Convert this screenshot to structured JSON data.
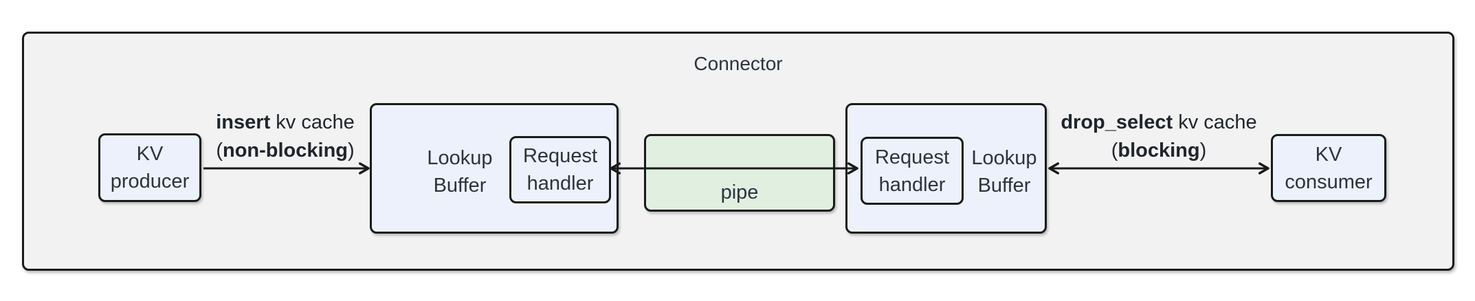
{
  "diagram": {
    "title": "Connector"
  },
  "nodes": {
    "kv_producer": {
      "label": "KV\nproducer"
    },
    "lookup_buffer_left": {
      "label": "Lookup\nBuffer"
    },
    "request_handler_left": {
      "label": "Request\nhandler"
    },
    "pipe": {
      "label": "pipe"
    },
    "request_handler_right": {
      "label": "Request\nhandler"
    },
    "lookup_buffer_right": {
      "label": "Lookup\nBuffer"
    },
    "kv_consumer": {
      "label": "KV\nconsumer"
    }
  },
  "edges": {
    "insert": {
      "verb": "insert",
      "rest": " kv cache",
      "paren_open": "(",
      "mode": "non-blocking",
      "paren_close": ")"
    },
    "drop_select": {
      "verb": "drop_select",
      "rest": " kv cache",
      "paren_open": "(",
      "mode": "blocking",
      "paren_close": ")"
    }
  },
  "colors": {
    "container_fill": "#f2f2f2",
    "node_fill": "#edf1fb",
    "pipe_fill": "#e1efe1",
    "border_color": "#1a1a1a",
    "text_color": "#2c333e",
    "label_color": "#20252c"
  }
}
